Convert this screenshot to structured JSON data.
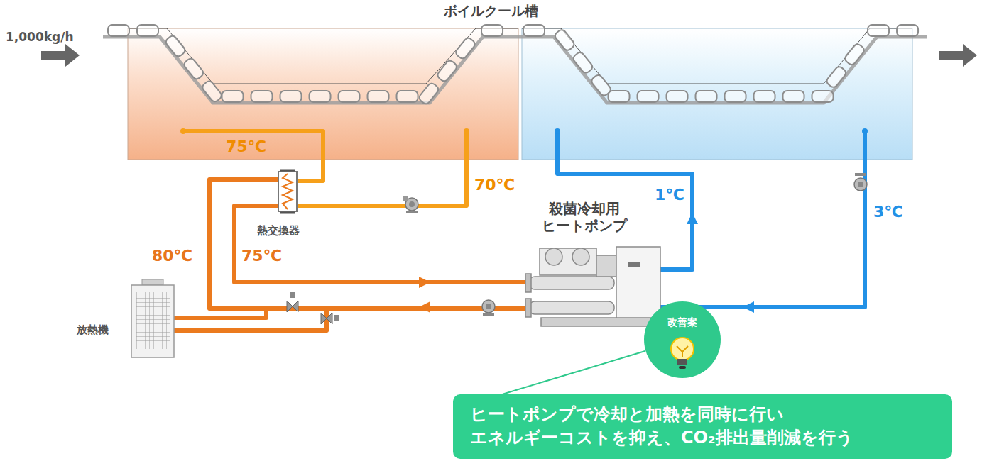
{
  "diagram": {
    "title": "ボイルクール槽",
    "nodes": [
      {
        "text": [
          "改善案"
        ]
      },
      {
        "text": [
          "ヒートポンプで冷却と加熱を同時に行い エネルギーコストを抑え、CO₂排出量削減を行う"
        ]
      }
    ],
    "edges": [
      {
        "from": 1,
        "to": 0,
        "arrow": "none"
      }
    ],
    "labels": [
      "1,000kg/h",
      "75℃",
      "70℃",
      "80℃",
      "75℃",
      "1℃",
      "3℃",
      "熱交換器",
      "殺菌冷却用 ヒートポンプ",
      "放熱機"
    ]
  }
}
